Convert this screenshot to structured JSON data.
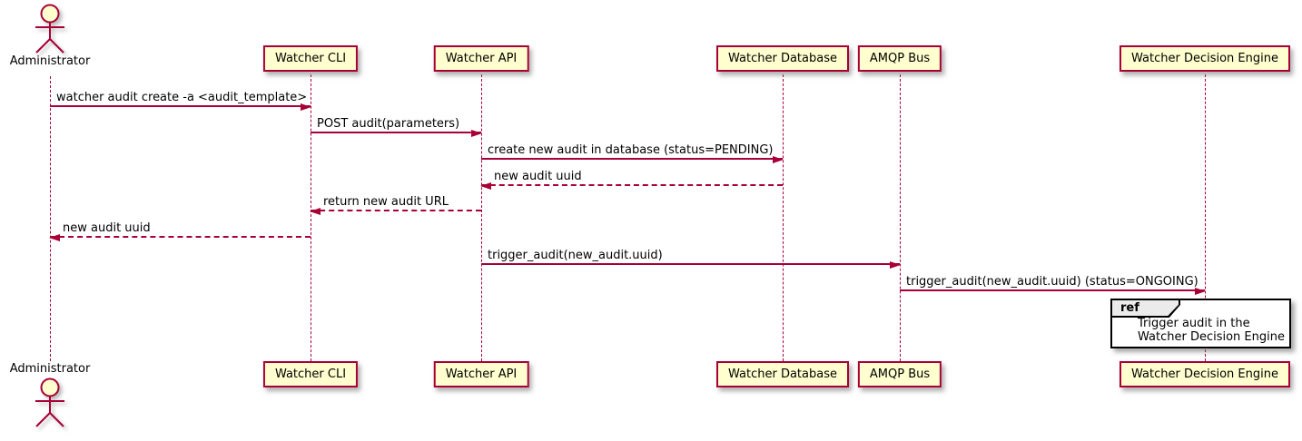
{
  "colors": {
    "participant_fill": "#FEFECE",
    "lines_and_borders": "#A80036",
    "text": "#000000",
    "ref_border": "#000000",
    "ref_tab_fill": "#EBEBEB",
    "ref_body_fill": "#FFFFFF"
  },
  "actor": {
    "name": "Administrator",
    "icon": "stick-figure-actor-icon"
  },
  "participants": [
    {
      "name": "Watcher CLI"
    },
    {
      "name": "Watcher API"
    },
    {
      "name": "Watcher Database"
    },
    {
      "name": "AMQP Bus"
    },
    {
      "name": "Watcher Decision Engine"
    }
  ],
  "messages": [
    {
      "label": "watcher audit create -a <audit_template>",
      "from": "Administrator",
      "to": "Watcher CLI",
      "line": "solid",
      "direction": "right"
    },
    {
      "label": "POST audit(parameters)",
      "from": "Watcher CLI",
      "to": "Watcher API",
      "line": "solid",
      "direction": "right"
    },
    {
      "label": "create new audit in database (status=PENDING)",
      "from": "Watcher API",
      "to": "Watcher Database",
      "line": "solid",
      "direction": "right"
    },
    {
      "label": "new audit uuid",
      "from": "Watcher Database",
      "to": "Watcher API",
      "line": "dashed",
      "direction": "left"
    },
    {
      "label": "return new audit URL",
      "from": "Watcher API",
      "to": "Watcher CLI",
      "line": "dashed",
      "direction": "left"
    },
    {
      "label": "new audit uuid",
      "from": "Watcher CLI",
      "to": "Administrator",
      "line": "dashed",
      "direction": "left"
    },
    {
      "label": "trigger_audit(new_audit.uuid)",
      "from": "Watcher API",
      "to": "AMQP Bus",
      "line": "solid",
      "direction": "right"
    },
    {
      "label": "trigger_audit(new_audit.uuid) (status=ONGOING)",
      "from": "AMQP Bus",
      "to": "Watcher Decision Engine",
      "line": "solid",
      "direction": "right"
    }
  ],
  "ref_fragment": {
    "keyword": "ref",
    "text_line1": "Trigger audit in the",
    "text_line2": "Watcher Decision Engine"
  }
}
